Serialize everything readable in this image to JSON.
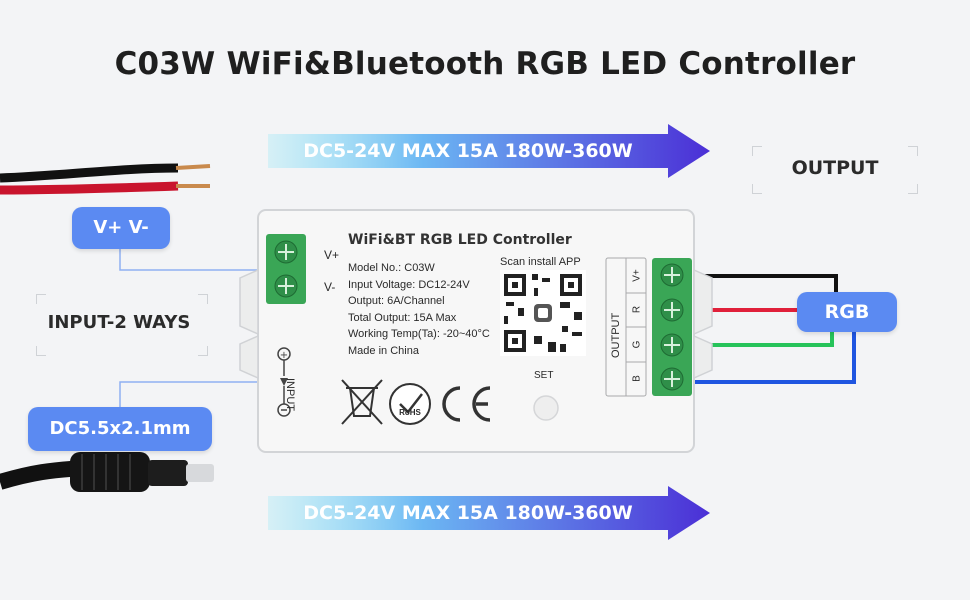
{
  "title": "C03W WiFi&Bluetooth RGB LED Controller",
  "banner_top": "DC5-24V MAX 15A 180W-360W",
  "banner_bottom": "DC5-24V MAX 15A 180W-360W",
  "labels": {
    "v_plus_minus": "V+ V-",
    "input_ways": "INPUT-2 WAYS",
    "dc_jack": "DC5.5x2.1mm",
    "output": "OUTPUT",
    "rgb": "RGB"
  },
  "device": {
    "name": "WiFi&BT RGB LED Controller",
    "specs": [
      "Model No.: C03W",
      "Input Voltage: DC12-24V",
      "Output: 6A/Channel",
      "Total Output: 15A Max",
      "Working Temp(Ta): -20~40°C",
      "Made in China"
    ],
    "scan_text": "Scan install APP",
    "set_label": "SET",
    "input_label": "INPUT",
    "output_label": "OUTPUT",
    "v_plus": "V+",
    "v_minus": "V-",
    "terminals": [
      "V+",
      "R",
      "G",
      "B"
    ],
    "rohs": "RoHS",
    "ce": "CE"
  },
  "colors": {
    "accent_blue": "#5b8af2",
    "arrow_start": "#7fe3f7",
    "arrow_end": "#4b2fd6",
    "terminal_green": "#3aa656",
    "wire_black": "#111111",
    "wire_red": "#e0203a",
    "wire_green": "#26c35a",
    "wire_blue": "#1f55e0"
  }
}
